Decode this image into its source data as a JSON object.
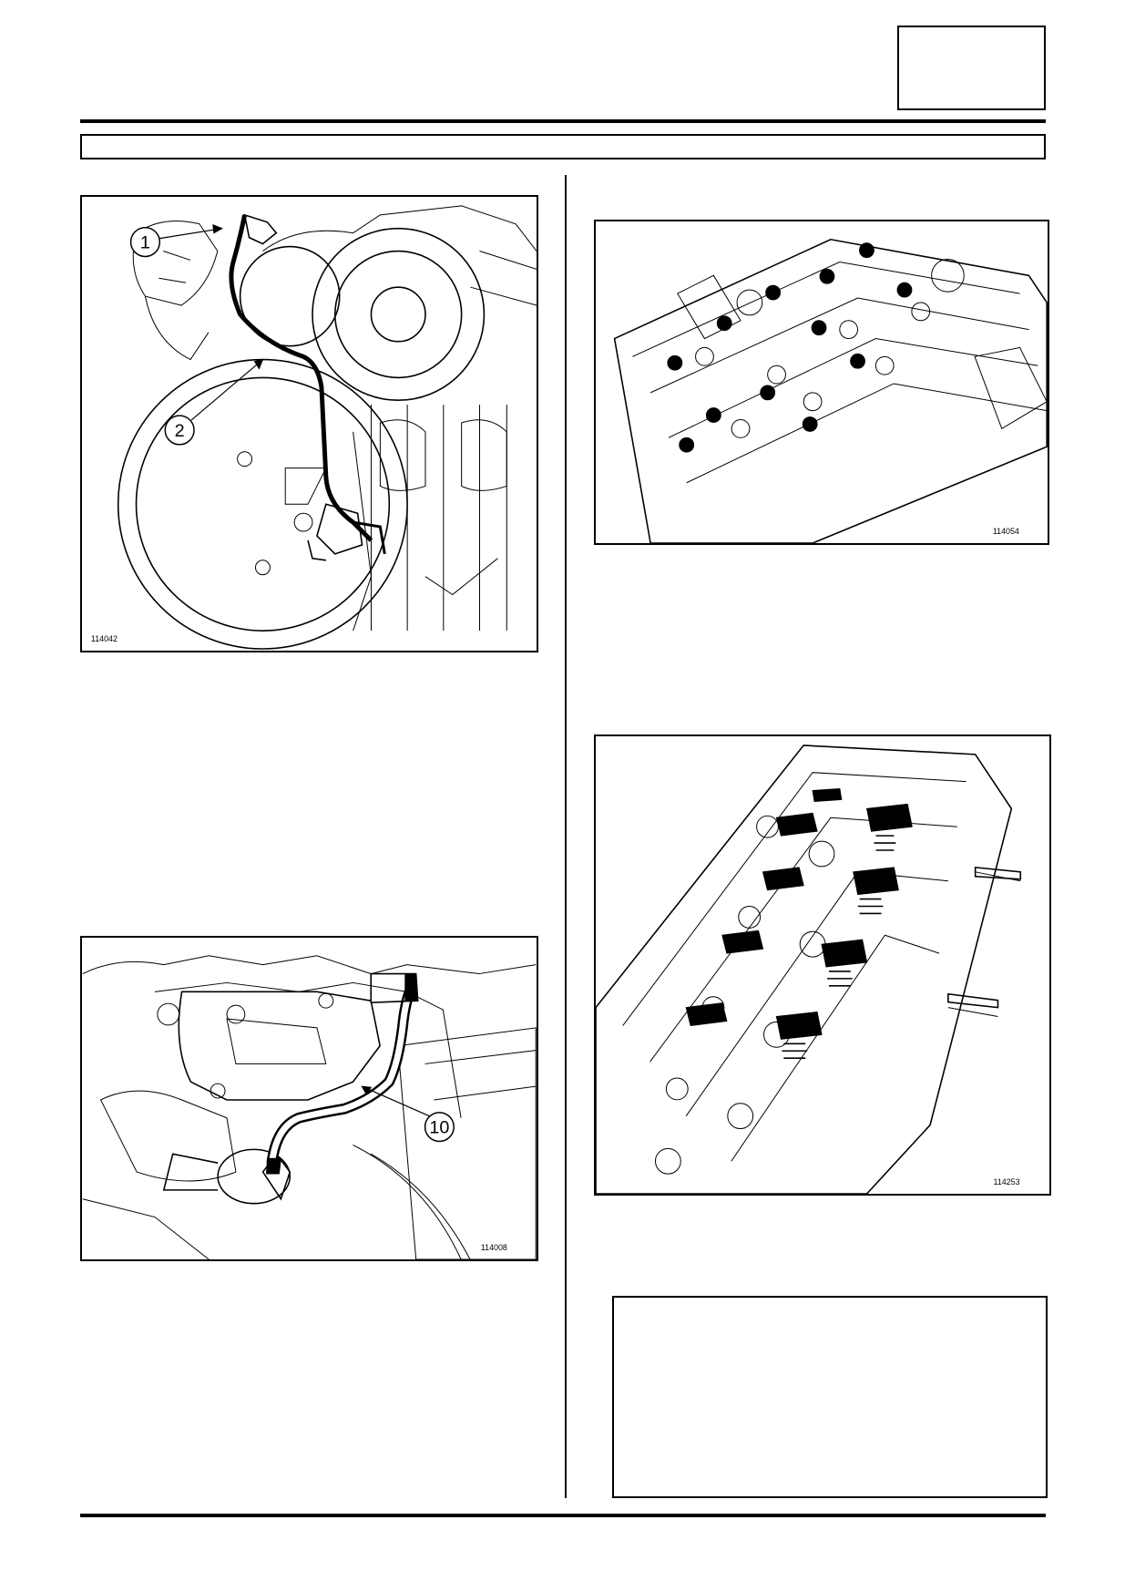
{
  "header": {
    "page_box_text": "",
    "section_title": ""
  },
  "figures": [
    {
      "id": "fig-1",
      "code": "114042",
      "callouts": [
        "1",
        "2"
      ]
    },
    {
      "id": "fig-2",
      "code": "114008",
      "callouts": [
        "10"
      ]
    },
    {
      "id": "fig-3",
      "code": "114054",
      "callouts": []
    },
    {
      "id": "fig-4",
      "code": "114253",
      "callouts": []
    }
  ],
  "note_box": {
    "text": ""
  }
}
